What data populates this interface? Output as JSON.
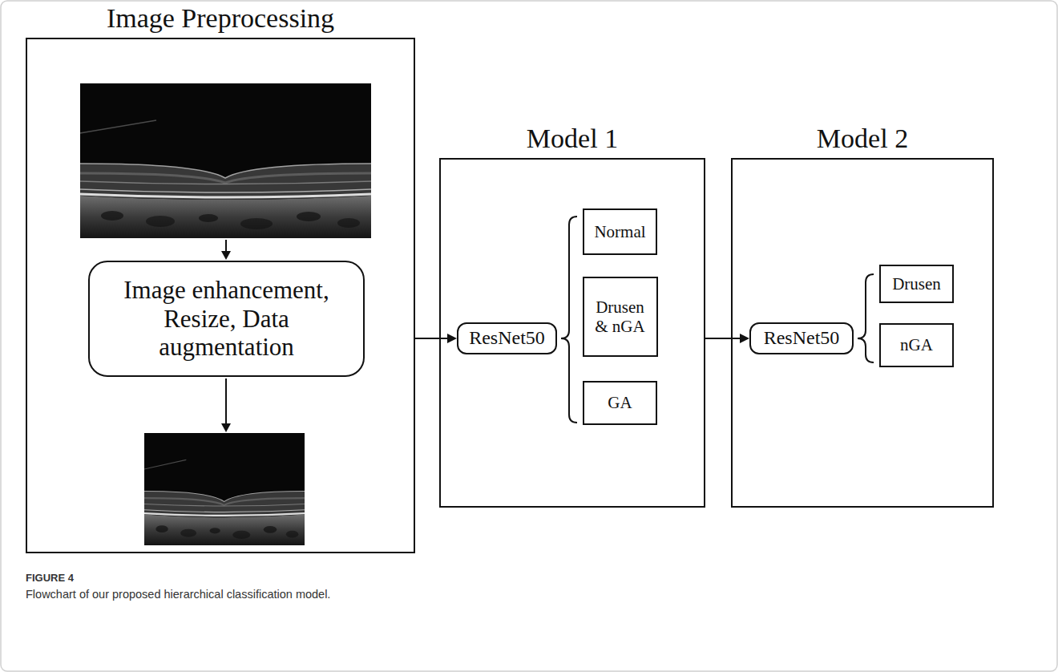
{
  "diagram": {
    "caption": "Flowchart of our proposed hierarchical classification model.",
    "nodes": [
      {
        "text": [
          "Image Preprocessing"
        ]
      },
      {
        "text": [
          "Image enhancement, Resize, Data augmentation"
        ],
        "in": 0
      },
      {
        "text": [
          "Model 1"
        ]
      },
      {
        "text": [
          "ResNet50"
        ],
        "in": 2
      },
      {
        "text": [
          "Normal"
        ],
        "in": 2
      },
      {
        "text": [
          "Drusen & nGA"
        ],
        "in": 2
      },
      {
        "text": [
          "GA"
        ],
        "in": 2
      },
      {
        "text": [
          "Model 2"
        ]
      },
      {
        "text": [
          "ResNet50"
        ],
        "in": 7
      },
      {
        "text": [
          "Drusen"
        ],
        "in": 7
      },
      {
        "text": [
          "nGA"
        ],
        "in": 7
      }
    ],
    "edges": [
      {
        "from": 0,
        "to": 3,
        "arrow": "to"
      },
      {
        "from": 2,
        "to": 8,
        "arrow": "to"
      }
    ],
    "labels": [
      "FIGURE 4"
    ]
  }
}
